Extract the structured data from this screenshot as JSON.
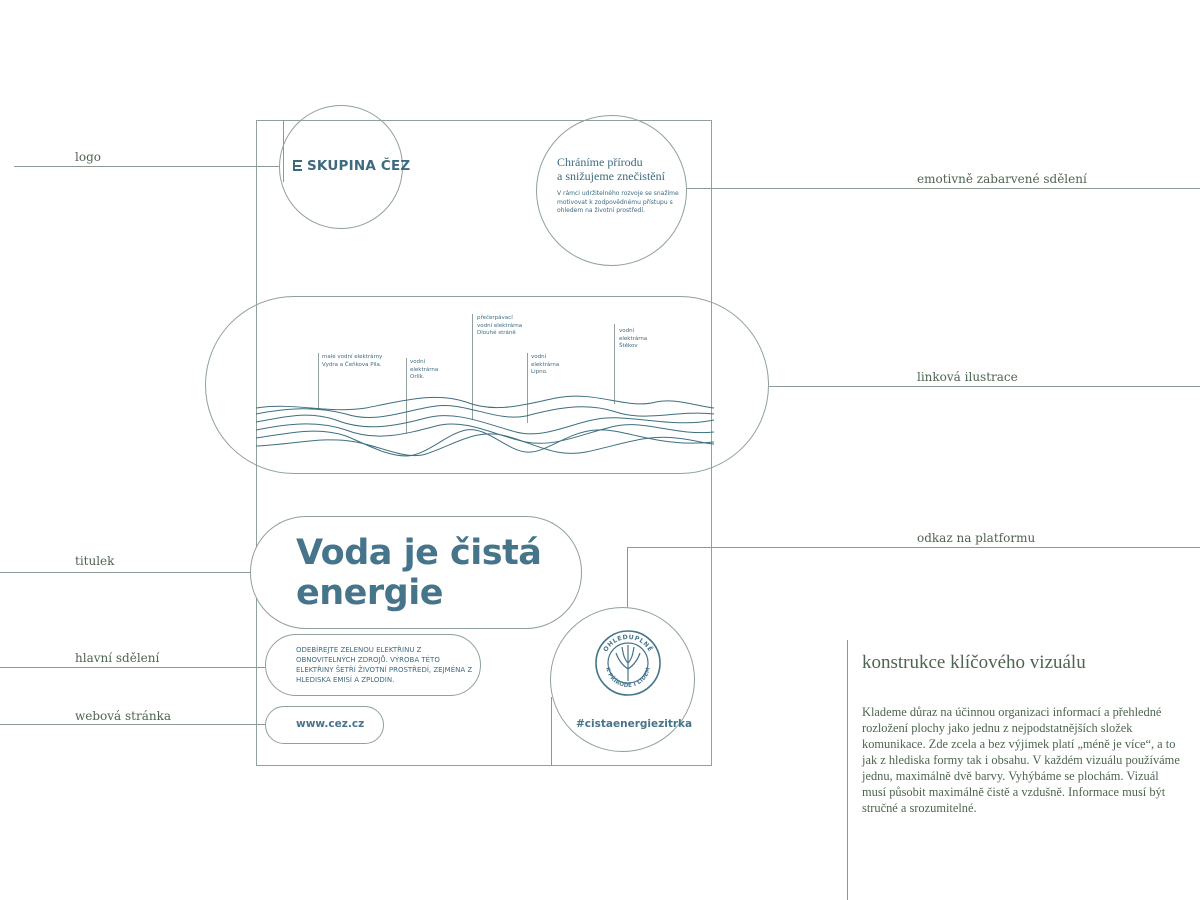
{
  "labels": {
    "logo": "logo",
    "emotive": "emotivně zabarvené sdělení",
    "illustration": "linková ilustrace",
    "platform": "odkaz na platformu",
    "title": "titulek",
    "main_message": "hlavní sdělení",
    "website": "webová stránka"
  },
  "poster": {
    "logo_text": "SKUPINA ČEZ",
    "emotive_title_1": "Chráníme přírodu",
    "emotive_title_2": "a snižujeme znečistění",
    "emotive_text": "V rámci udržitelného rozvoje se snažíme motivovat k zodpovědnému přístupu s ohledem na životní prostředí.",
    "illustration_labels": [
      "malé vodní elektrárny Vydra a Čeňkova Pila.",
      "vodní elektrárna Orlík.",
      "přečerpávací vodní elektrárna Dlouhé stráně",
      "vodní elektrárna Lipno.",
      "vodní elektrárna Štěkov"
    ],
    "title_line_1": "Voda je čistá",
    "title_line_2": "energie",
    "main_message": "Odebírejte zelenou elektřinu z obnovitelných zdrojů. Výroba této elektřiny šetří životní prostředí, zejména z hlediska emisí a zplodin.",
    "website": "www.cez.cz",
    "badge_top": "OHLEDUPLNĚ",
    "badge_bottom": "K PŘÍRODĚ I LIDEM",
    "hashtag": "#cistaenergiezitrka"
  },
  "description": {
    "heading": "konstrukce klíčového vizuálu",
    "text": "Klademe důraz na účinnou organizaci informací a přehledné rozložení plochy jako jednu z nejpodstatnějších složek komunikace. Zde zcela a bez výjimek platí „méně je více“, a to jak z hlediska formy tak i obsahu. V každém vizuálu používáme jednu, maximálně dvě barvy. Vyhýbáme se plochám. Vizuál musí působit maximálně čistě a vzdušně. Informace musí být stručné a srozumitelné."
  },
  "colors": {
    "accent": "#46748a",
    "line": "#8fa19a",
    "label_text": "#4e6450"
  }
}
